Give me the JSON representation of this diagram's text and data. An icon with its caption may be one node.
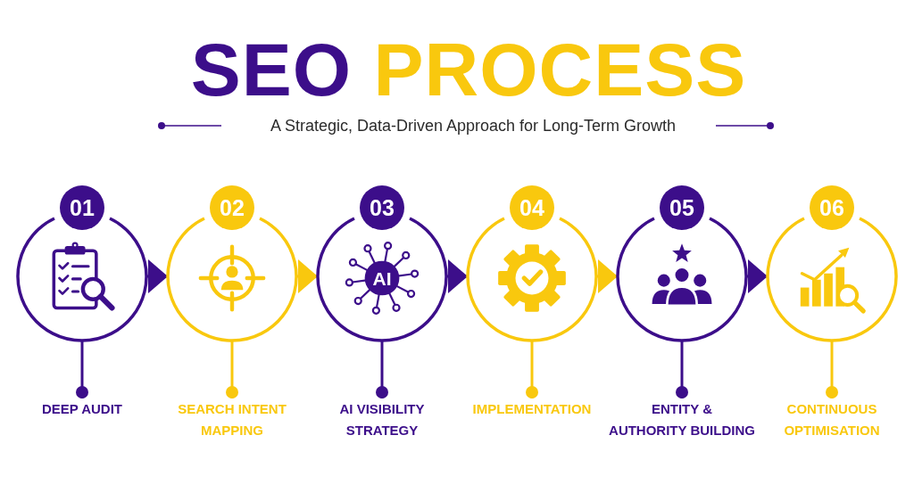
{
  "diagram": {
    "title": "SEO PROCESS",
    "nodes": [
      {
        "text": [
          "01"
        ]
      },
      {
        "text": [
          "02"
        ]
      },
      {
        "text": [
          "03",
          "AI"
        ]
      },
      {
        "text": [
          "04"
        ]
      },
      {
        "text": [
          "05"
        ]
      },
      {
        "text": [
          "06"
        ]
      },
      {
        "text": [
          "DEEP AUDIT"
        ]
      },
      {
        "text": [
          "SEARCH INTENT MAPPING"
        ]
      },
      {
        "text": [
          "AI VISIBILITY STRATEGY"
        ]
      },
      {
        "text": [
          "IMPLEMENTATION"
        ]
      },
      {
        "text": [
          "ENTITY & AUTHORITY BUILDING"
        ]
      },
      {
        "text": [
          "CONTINUOUS OPTIMISATION"
        ]
      }
    ],
    "edges": [
      {
        "from": 0,
        "to": 1,
        "arrow": "to"
      },
      {
        "from": 1,
        "to": 2,
        "arrow": "to",
        "color": "#f9c80e"
      },
      {
        "from": 2,
        "to": 3,
        "arrow": "to"
      },
      {
        "from": 3,
        "to": 4,
        "arrow": "to",
        "color": "#f9c80e"
      },
      {
        "from": 4,
        "to": 5,
        "arrow": "to"
      },
      {
        "from": 6,
        "to": 0,
        "arrow": "other"
      },
      {
        "from": 7,
        "to": 1,
        "arrow": "other",
        "color": "#f9c80e"
      },
      {
        "from": 8,
        "to": 2,
        "arrow": "other"
      },
      {
        "from": 9,
        "to": 3,
        "arrow": "other",
        "color": "#f9c80e"
      },
      {
        "from": 10,
        "to": 4,
        "arrow": "other"
      },
      {
        "from": 11,
        "to": 5,
        "arrow": "other",
        "color": "#f9c80e"
      }
    ],
    "labels": [
      "A Strategic, Data-Driven Approach for Long-Term Growth"
    ]
  }
}
